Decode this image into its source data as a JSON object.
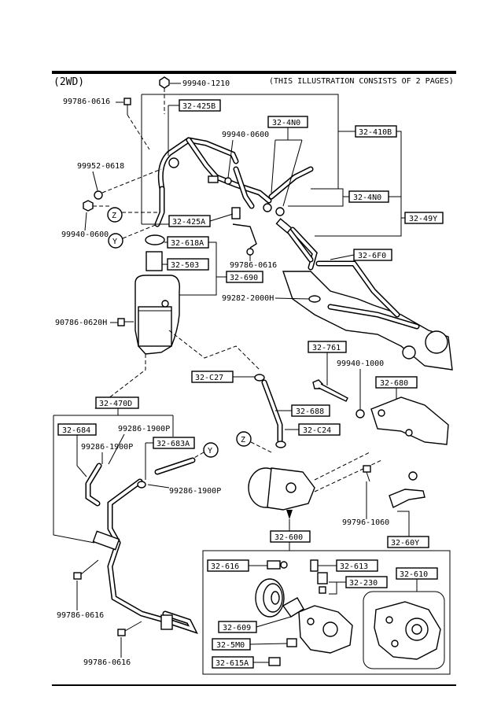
{
  "header": {
    "variant": "(2WD)",
    "note": "(THIS ILLUSTRATION CONSISTS OF  2 PAGES)"
  },
  "boxed_labels": {
    "b425b": "32-425B",
    "b4n0a": "32-4N0",
    "b410b": "32-410B",
    "b4n0b": "32-4N0",
    "b49y": "32-49Y",
    "b425a": "32-425A",
    "b618a": "32-618A",
    "b503": "32-503",
    "b690": "32-690",
    "b6f0": "32-6F0",
    "b761": "32-761",
    "bc27": "32-C27",
    "b680": "32-680",
    "b470d": "32-470D",
    "b688": "32-688",
    "b684": "32-684",
    "b683a": "32-683A",
    "bc24": "32-C24",
    "b600": "32-600",
    "b60y": "32-60Y",
    "b616": "32-616",
    "b613": "32-613",
    "b610": "32-610",
    "b230": "32-230",
    "b609": "32-609",
    "b5m0": "32-5M0",
    "b615a": "32-615A"
  },
  "part_numbers": {
    "p1210": "99940-1210",
    "p0616a": "99786-0616",
    "p0600a": "99940-0600",
    "p0618": "99952-0618",
    "p0600b": "99940-0600",
    "p0616b": "99786-0616",
    "p2000h": "99282-2000H",
    "p0620h": "90786-0620H",
    "p1000": "99940-1000",
    "p1900a": "99286-1900P",
    "p1900b": "99286-1900P",
    "p1900c": "99286-1900P",
    "p1060": "99796-1060",
    "p0616c": "99786-0616",
    "p0616d": "99786-0616"
  },
  "markers": {
    "z1": "Z",
    "y1": "Y",
    "y2": "Y",
    "z2": "Z"
  },
  "icons": [
    "bolt-icon",
    "nut-icon",
    "clamp-icon",
    "reservoir-icon",
    "pump-icon",
    "pulley-icon",
    "hose-icon",
    "bracket-icon"
  ]
}
